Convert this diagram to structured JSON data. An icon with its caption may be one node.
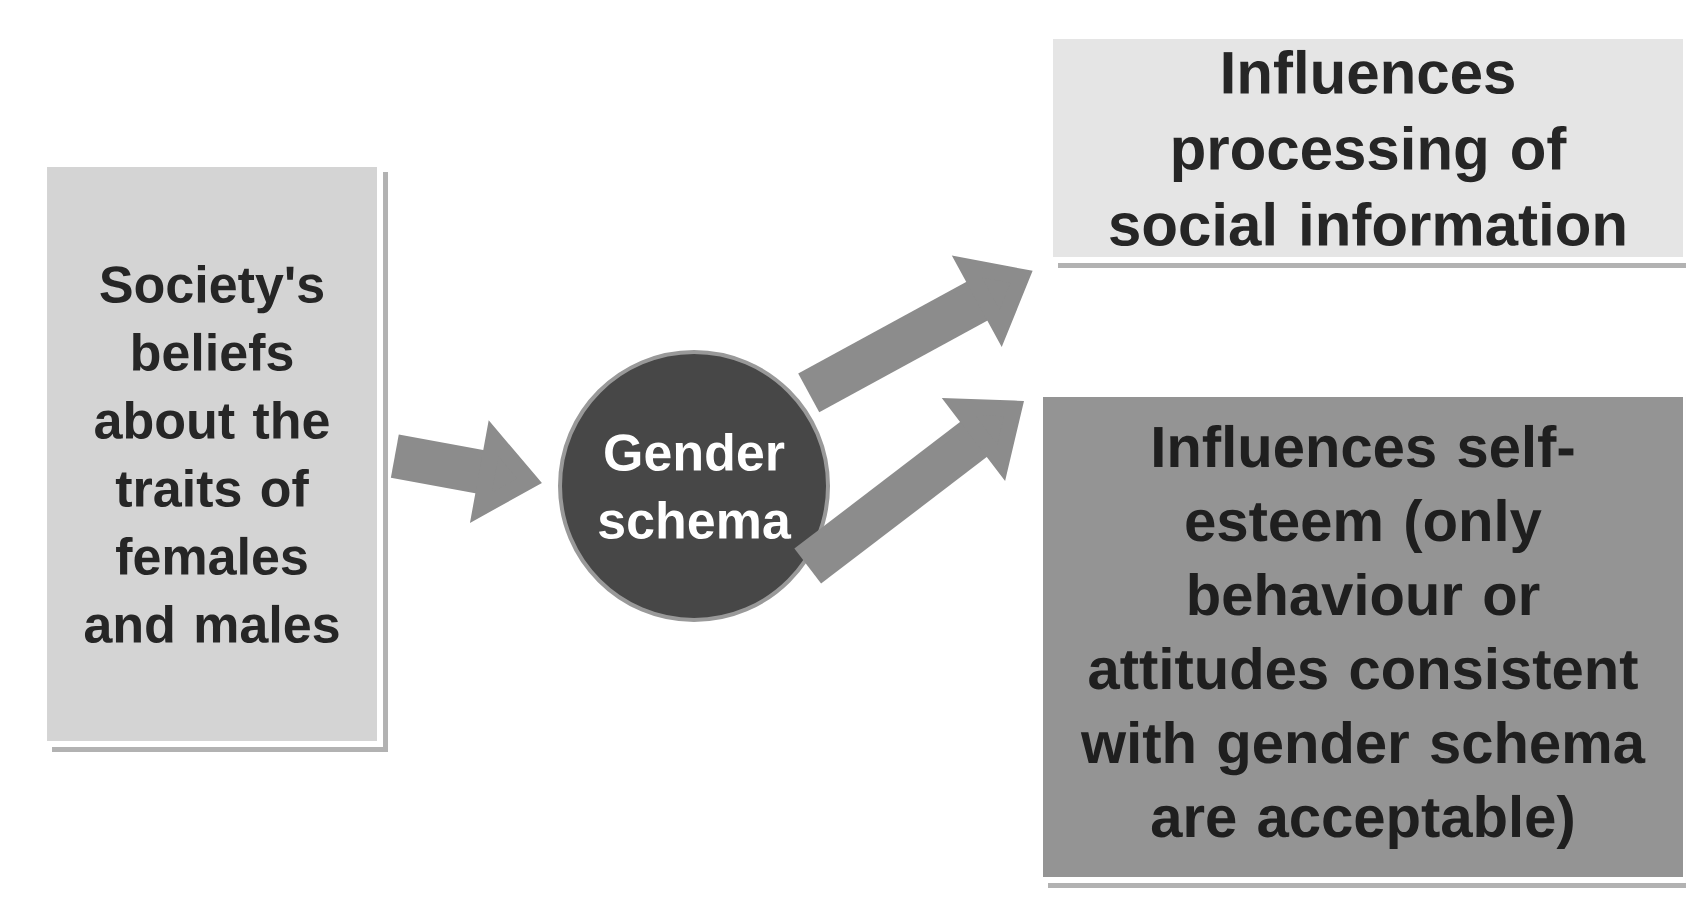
{
  "diagram": {
    "nodes": [
      {
        "text": [
          "Society's beliefs about the traits of females and males"
        ]
      },
      {
        "text": [
          "Gender schema"
        ]
      },
      {
        "text": [
          "Influences processing of social information"
        ]
      },
      {
        "text": [
          "Influences self-esteem (only behaviour or attitudes consistent with gender schema are acceptable)"
        ]
      }
    ],
    "edges": [
      {
        "from": 0,
        "to": 1,
        "arrow": "to"
      },
      {
        "from": 1,
        "to": 2,
        "arrow": "to"
      },
      {
        "from": 1,
        "to": 3,
        "arrow": "to"
      }
    ]
  }
}
